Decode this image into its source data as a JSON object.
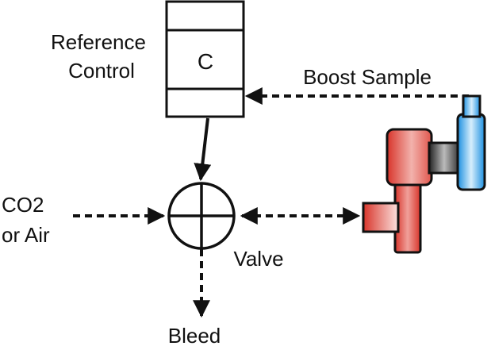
{
  "labels": {
    "reference_line1": "Reference",
    "reference_line2": "Control",
    "controller_letter": "C",
    "boost_sample": "Boost Sample",
    "co2_line1": "CO2",
    "co2_line2": "or Air",
    "valve": "Valve",
    "bleed": "Bleed"
  },
  "colors": {
    "stroke": "#111111",
    "red_dark": "#d8342a",
    "red_light": "#f7d8d4",
    "blue_dark": "#1b8fe0",
    "blue_light": "#d6eefc"
  }
}
